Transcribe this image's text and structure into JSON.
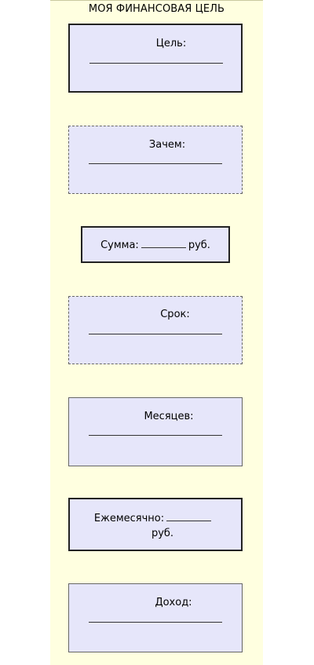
{
  "title": "МОЯ ФИНАНСОВАЯ ЦЕЛЬ",
  "fields": {
    "goal": "Цель:",
    "why": "Зачем:",
    "sum_label": "Сумма:",
    "sum_unit": "руб.",
    "term": "Срок:",
    "months": "Месяцев:",
    "monthly_label": "Ежемесячно:",
    "monthly_unit": "руб.",
    "income": "Доход:"
  }
}
